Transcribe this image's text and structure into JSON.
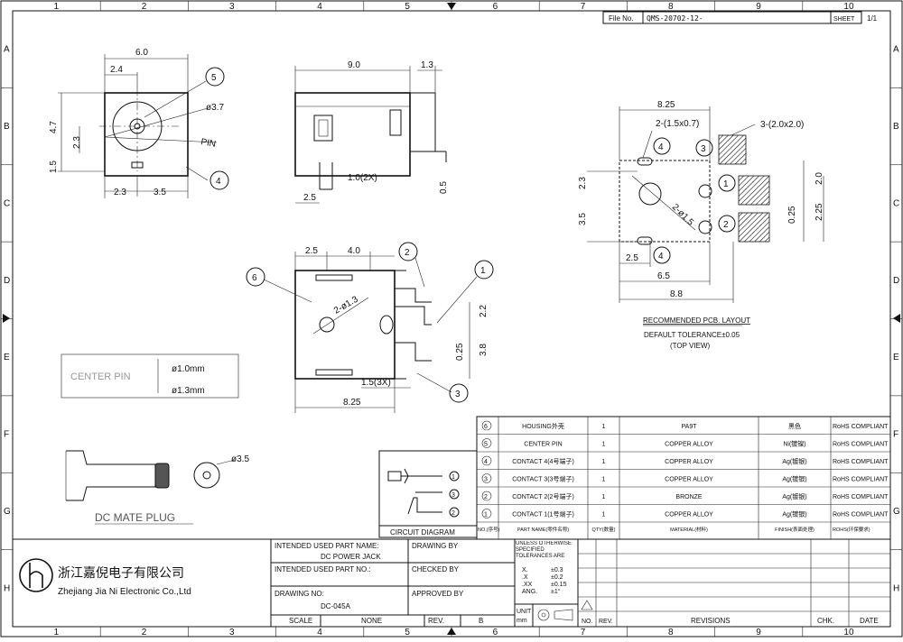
{
  "grid": {
    "cols": [
      "1",
      "2",
      "3",
      "4",
      "5",
      "6",
      "7",
      "8",
      "9",
      "10"
    ],
    "rows": [
      "A",
      "B",
      "C",
      "D",
      "E",
      "F",
      "G",
      "H"
    ]
  },
  "file": {
    "label": "File No.",
    "value": "QMS-20702-12-",
    "sheet_label": "SHEET",
    "sheet_value": "1/1"
  },
  "views": {
    "front": {
      "width": "6.0",
      "offset": "2.4",
      "height": "4.7",
      "mid": "2.3",
      "low": "1.5",
      "bottom_a": "2.3",
      "bottom_b": "3.5",
      "dia": "ø3.7",
      "pin": "PIN",
      "callout_5": "5",
      "callout_4": "4"
    },
    "side": {
      "length": "9.0",
      "tab": "1.3",
      "pin_w": "1.0(2X)",
      "pin_off": "2.5",
      "pin_h": "0.5"
    },
    "bottom": {
      "a": "2.5",
      "b": "4.0",
      "hole": "2-ø1.3",
      "c": "2.2",
      "d": "0.25",
      "e": "3.8",
      "f": "1.5(3X)",
      "length": "8.25",
      "callout_6": "6",
      "callout_2": "2",
      "callout_1": "1",
      "callout_3": "3"
    },
    "pcb": {
      "width": "8.25",
      "slot": "2-(1.5x0.7)",
      "pad": "3-(2.0x2.0)",
      "h1": "2.3",
      "h2": "3.5",
      "dia": "2-ø1.5",
      "s1": "2.0",
      "s2": "0.25",
      "s3": "2.25",
      "b1": "2.5",
      "b2": "6.5",
      "b3": "8.8",
      "c4a": "4",
      "c3": "3",
      "c1": "1",
      "c2": "2",
      "c4b": "4",
      "title": "RECOMMENDED PCB. LAYOUT",
      "tol": "DEFAULT TOLERANCE±0.05",
      "view": "(TOP VIEW)"
    }
  },
  "center_pin": {
    "label": "CENTER PIN",
    "d1": "ø1.0mm",
    "d2": "ø1.3mm"
  },
  "plug": {
    "label": "DC MATE PLUG",
    "dia": "ø3.5"
  },
  "circuit": {
    "label": "CIRCUIT DIAGRAM",
    "n1": "1",
    "n2": "3",
    "n3": "2"
  },
  "bom": {
    "rows": [
      {
        "no": "6",
        "name": "HOUSING外壳",
        "qty": "1",
        "material": "PA9T",
        "finish": "黑色",
        "rohs": "RoHS COMPLIANT"
      },
      {
        "no": "5",
        "name": "CENTER PIN",
        "qty": "1",
        "material": "COPPER ALLOY",
        "finish": "Ni(镀镍)",
        "rohs": "RoHS COMPLIANT"
      },
      {
        "no": "4",
        "name": "CONTACT 4(4号端子)",
        "qty": "1",
        "material": "COPPER ALLOY",
        "finish": "Ag(镀银)",
        "rohs": "RoHS COMPLIANT"
      },
      {
        "no": "3",
        "name": "CONTACT 3(3号端子)",
        "qty": "1",
        "material": "COPPER ALLOY",
        "finish": "Ag(镀银)",
        "rohs": "RoHS COMPLIANT"
      },
      {
        "no": "2",
        "name": "CONTACT 2(2号端子)",
        "qty": "1",
        "material": "BRONZE",
        "finish": "Ag(镀银)",
        "rohs": "RoHS COMPLIANT"
      },
      {
        "no": "1",
        "name": "CONTACT 1(1号端子)",
        "qty": "1",
        "material": "COPPER ALLOY",
        "finish": "Ag(镀银)",
        "rohs": "RoHS COMPLIANT"
      }
    ],
    "header": {
      "no": "NO.(序号)",
      "name": "PART NAME(零件名称)",
      "qty": "QTY(数量)",
      "material": "MATERIAL(材料)",
      "finish": "FINISH(表面处理)",
      "rohs": "ROHS(环保要求)"
    }
  },
  "title_block": {
    "company_cn": "浙江嘉倪电子有限公司",
    "company_en": "Zhejiang Jia Ni Electronic Co.,Ltd",
    "part_name_label": "INTENDED USED PART NAME:",
    "part_name": "DC POWER JACK",
    "part_no_label": "INTENDED USED PART NO.:",
    "part_no": "",
    "drawing_no_label": "DRAWING NO:",
    "drawing_no": "DC-045A",
    "drawn_by": "DRAWING BY",
    "checked_by": "CHECKED BY",
    "approved_by": "APPROVED BY",
    "tol_head": "UNLESS OTHERWISE SPECIFIED TOLERANCES ARE",
    "tol": [
      {
        "k": "X.",
        "v": "±0.3"
      },
      {
        "k": ".X",
        "v": "±0.2"
      },
      {
        "k": ".XX",
        "v": "±0.15"
      },
      {
        "k": "ANG.",
        "v": "±1°"
      }
    ],
    "unit_label": "UNIT",
    "unit_value": "mm",
    "scale_label": "SCALE",
    "scale_value": "NONE",
    "rev_label": "REV.",
    "rev_value": "B",
    "rev_cols": {
      "no": "NO.",
      "rev": "REV.",
      "revisions": "REVISIONS",
      "chk": "CHK.",
      "date": "DATE"
    }
  }
}
